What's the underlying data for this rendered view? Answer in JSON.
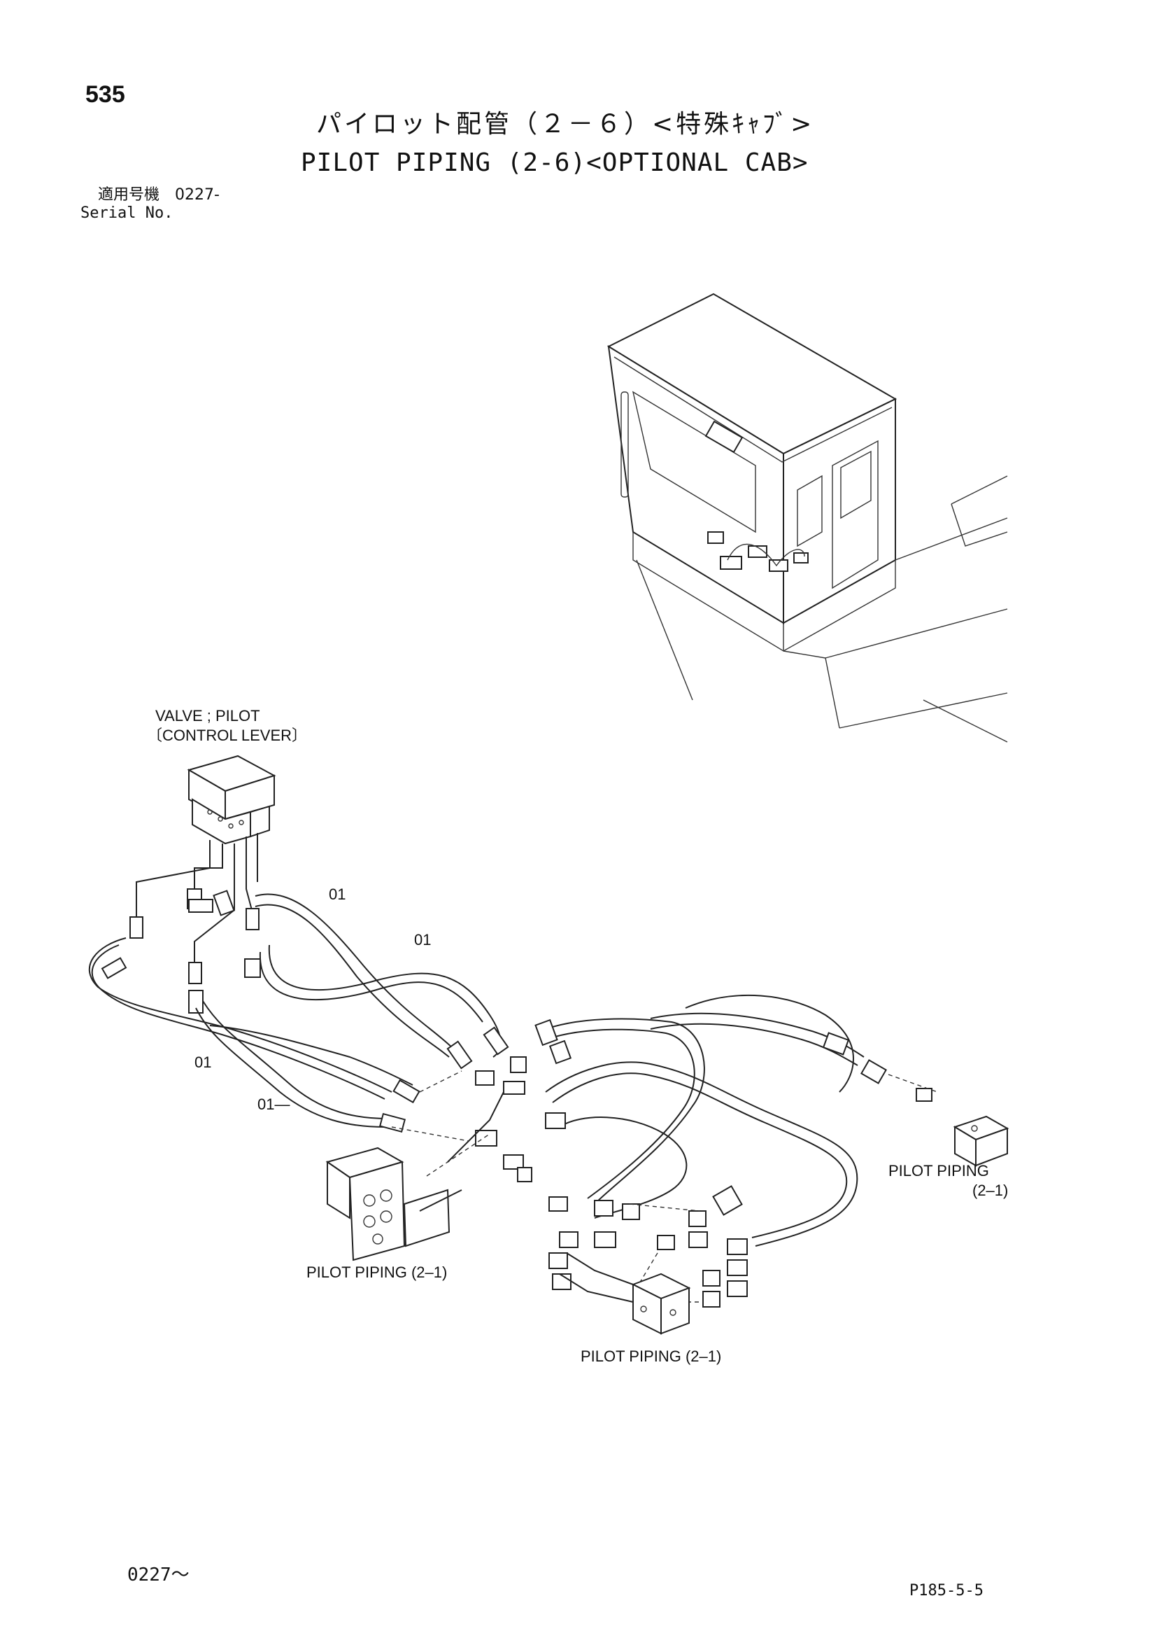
{
  "page": {
    "number": "535",
    "title_jp": "パイロット配管（２－６）<特殊ｷｬﾌﾞ>",
    "title_en": "PILOT PIPING (2-6)<OPTIONAL CAB>",
    "serial_jp": "適用号機　0227-",
    "serial_en": "Serial No.",
    "footer_left": "0227～",
    "footer_right": "P185-5-5"
  },
  "labels": {
    "valve_line1": "VALVE ; PILOT",
    "valve_line2": "〔CONTROL LEVER〕",
    "hose_a": "01",
    "hose_b": "01",
    "hose_c": "01",
    "hose_d": "01—",
    "pilot_right_line1": "PILOT  PIPING",
    "pilot_right_line2": "(2–1)",
    "pilot_left": "PILOT  PIPING (2–1)",
    "pilot_bottom": "PILOT  PIPING (2–1)"
  }
}
